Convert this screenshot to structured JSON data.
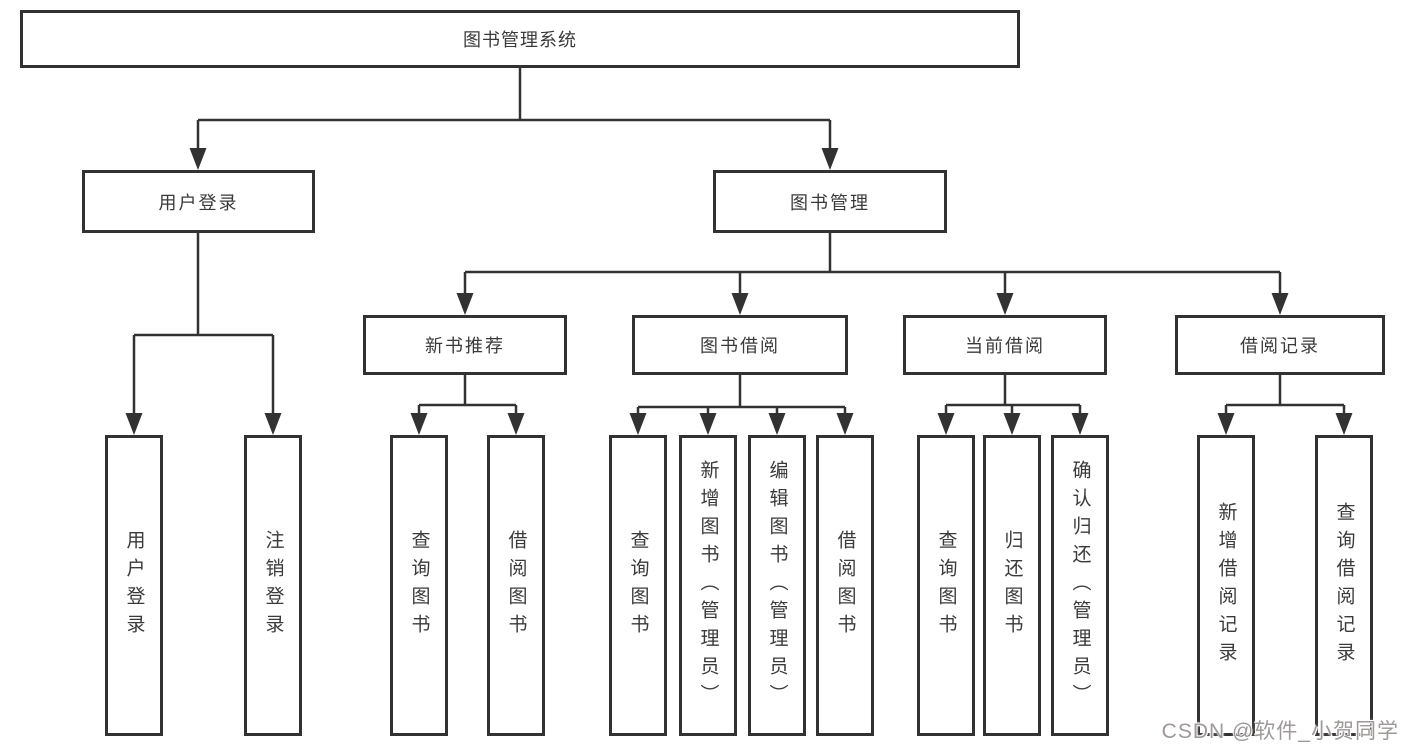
{
  "colors": {
    "line": "#323232",
    "box_border": "#323232",
    "text": "#3a3a3a",
    "watermark": "#9e9898",
    "background": "#ffffff"
  },
  "watermark": {
    "text": "CSDN @软件_小贺同学"
  },
  "tree": {
    "root": {
      "label": "图书管理系统"
    },
    "branches": [
      {
        "label": "用户登录",
        "children": [
          "用户登录",
          "注销登录"
        ]
      },
      {
        "label": "图书管理",
        "children": [
          {
            "label": "新书推荐",
            "children": [
              "查询图书",
              "借阅图书"
            ]
          },
          {
            "label": "图书借阅",
            "children": [
              "查询图书",
              "新增图书（管理员）",
              "编辑图书（管理员）",
              "借阅图书"
            ]
          },
          {
            "label": "当前借阅",
            "children": [
              "查询图书",
              "归还图书",
              "确认归还（管理员）"
            ]
          },
          {
            "label": "借阅记录",
            "children": [
              "新增借阅记录",
              "查询借阅记录"
            ]
          }
        ]
      }
    ]
  }
}
